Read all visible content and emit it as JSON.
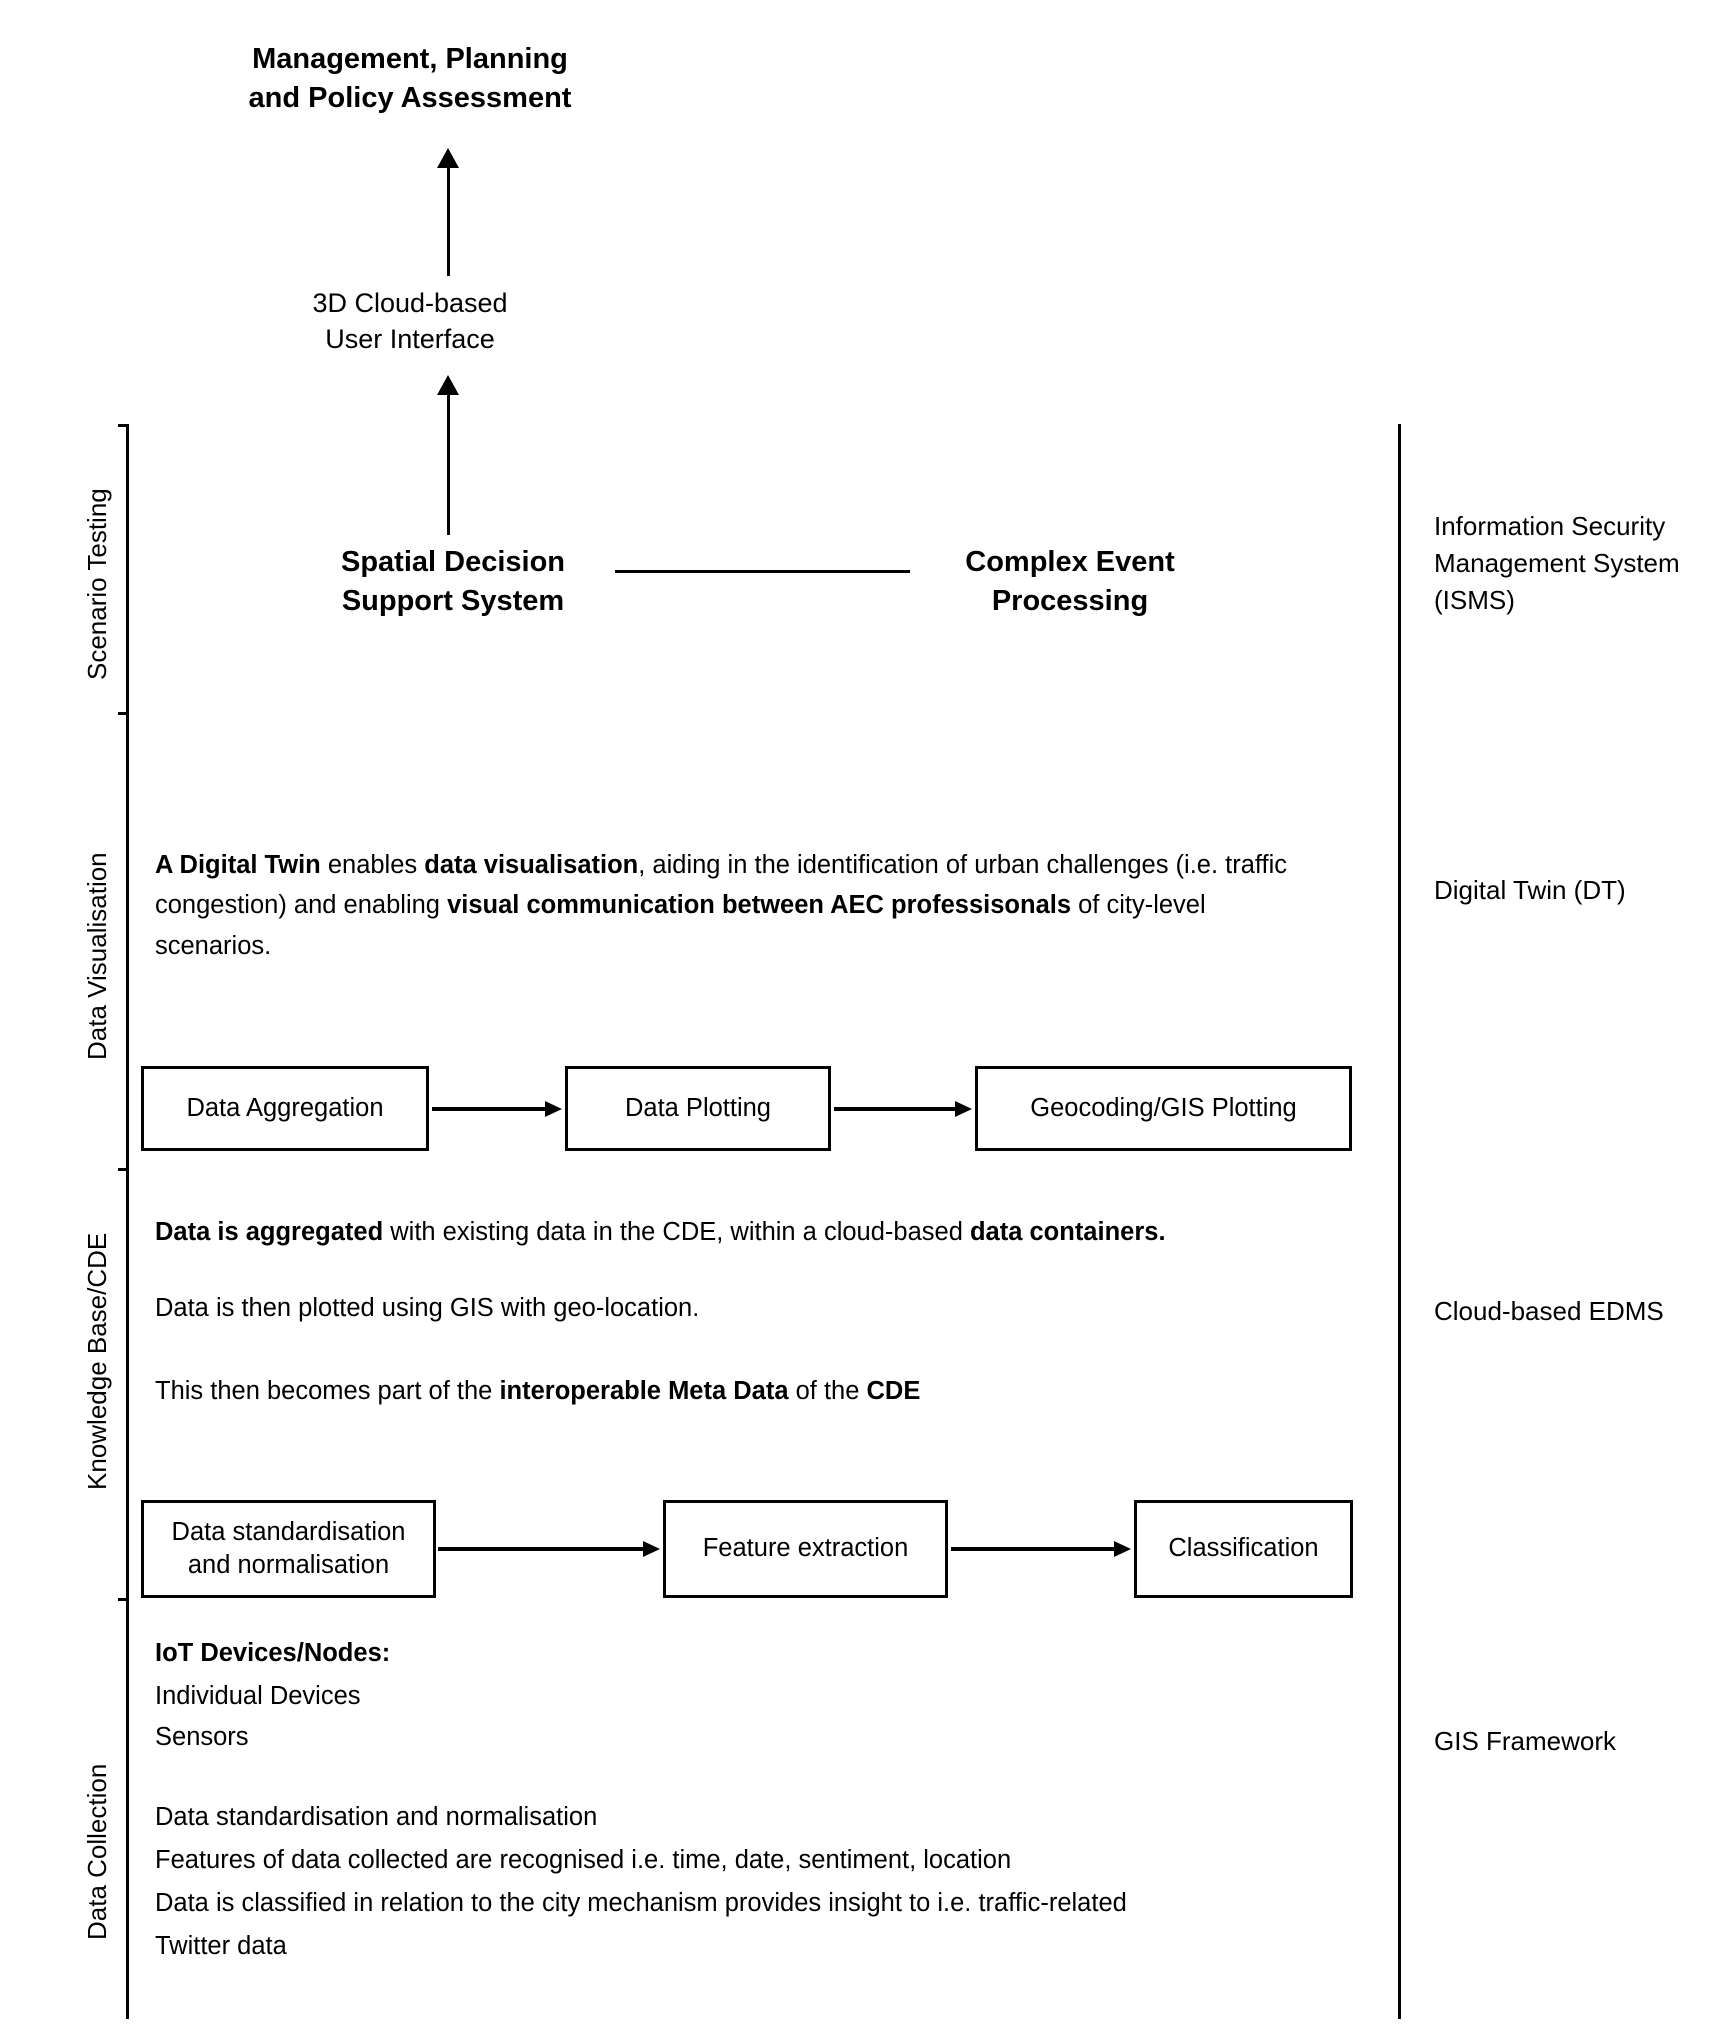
{
  "apex": {
    "title": "Management, Planning\nand Policy Assessment",
    "title_line1": "Management, Planning",
    "title_line2": "and Policy Assessment",
    "interface_line1": "3D Cloud-based",
    "interface_line2": "User Interface"
  },
  "stage_labels_left": [
    {
      "label": "Scenario Testing"
    },
    {
      "label": "Data Visualisation"
    },
    {
      "label": "Knowledge Base/CDE"
    },
    {
      "label": "Data Collection"
    }
  ],
  "stage_labels_right": [
    {
      "line1": "Information Security",
      "line2": "Management System",
      "line3": "(ISMS)"
    },
    {
      "line1": "Digital Twin (DT)"
    },
    {
      "line1": "Cloud-based EDMS"
    },
    {
      "line1": "GIS Framework"
    }
  ],
  "scenario_testing": {
    "left_heading_line1": "Spatial Decision",
    "left_heading_line2": "Support System",
    "right_heading_line1": "Complex Event",
    "right_heading_line2": "Processing"
  },
  "data_visualisation": {
    "paragraph_parts": [
      {
        "text": "A Digital Twin",
        "bold": true
      },
      {
        "text": " enables ",
        "bold": false
      },
      {
        "text": "data visualisation",
        "bold": true
      },
      {
        "text": ", aiding in the identification of urban challenges (i.e. traffic congestion) and enabling ",
        "bold": false
      },
      {
        "text": "visual communication between AEC professisonals",
        "bold": true
      },
      {
        "text": " of city-level scenarios.",
        "bold": false
      }
    ],
    "boxes": [
      {
        "label": "Data Aggregation"
      },
      {
        "label": "Data Plotting"
      },
      {
        "label": "Geocoding/GIS Plotting"
      }
    ]
  },
  "knowledge_base": {
    "line1_parts": [
      {
        "text": "Data is aggregated",
        "bold": true
      },
      {
        "text": " with existing data in the CDE, within a cloud-based ",
        "bold": false
      },
      {
        "text": "data containers.",
        "bold": true
      }
    ],
    "line2_parts": [
      {
        "text": "Data is then plotted using GIS with geo-location.",
        "bold": false
      }
    ],
    "line3_parts": [
      {
        "text": "This then becomes part of the ",
        "bold": false
      },
      {
        "text": "interoperable Meta Data",
        "bold": true
      },
      {
        "text": " of the ",
        "bold": false
      },
      {
        "text": "CDE",
        "bold": true
      }
    ],
    "boxes": [
      {
        "label": "Data standardisation\nand normalisation",
        "line1": "Data standardisation",
        "line2": "and normalisation"
      },
      {
        "label": "Feature extraction"
      },
      {
        "label": "Classification"
      }
    ]
  },
  "data_collection": {
    "heading": "IoT Devices/Nodes:",
    "devices": [
      "Individual Devices",
      "Sensors"
    ],
    "description_lines": [
      "Data standardisation and normalisation",
      "Features of data collected are recognised i.e. time, date, sentiment, location",
      "Data is classified in relation to the city mechanism provides insight to i.e. traffic-related",
      "Twitter data"
    ]
  },
  "colors": {
    "stroke": "#000000",
    "background": "#ffffff"
  }
}
